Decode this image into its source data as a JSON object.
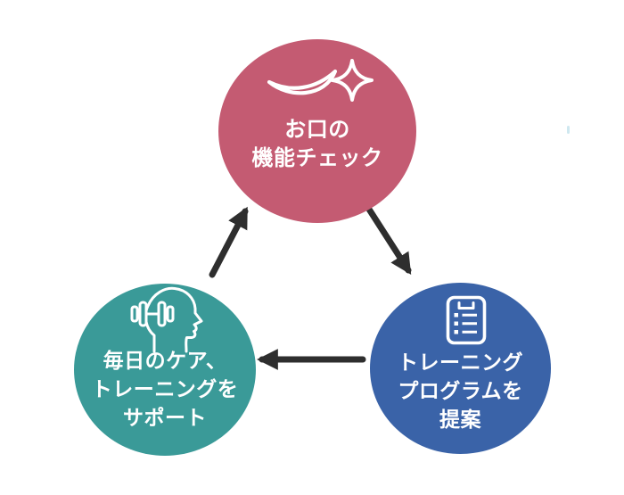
{
  "diagram": {
    "background": "#ffffff",
    "arrow_color": "#2e2e2e",
    "nodes": [
      {
        "id": "mouth-check",
        "icon": "mouth-sparkle-icon",
        "color": "#c45b72",
        "text_color": "#ffffff",
        "label_lines": [
          "お口の",
          "機能チェック"
        ]
      },
      {
        "id": "training-program",
        "icon": "checklist-icon",
        "color": "#3a63a8",
        "text_color": "#ffffff",
        "label_lines": [
          "トレーニング",
          "プログラムを",
          "提案"
        ]
      },
      {
        "id": "daily-care",
        "icon": "head-dumbbell-icon",
        "color": "#3a9a98",
        "text_color": "#ffffff",
        "label_lines": [
          "毎日のケア、",
          "トレーニングを",
          "サポート"
        ]
      }
    ],
    "arrows": [
      {
        "from": "mouth-check",
        "to": "training-program"
      },
      {
        "from": "training-program",
        "to": "daily-care"
      },
      {
        "from": "daily-care",
        "to": "mouth-check"
      }
    ]
  }
}
